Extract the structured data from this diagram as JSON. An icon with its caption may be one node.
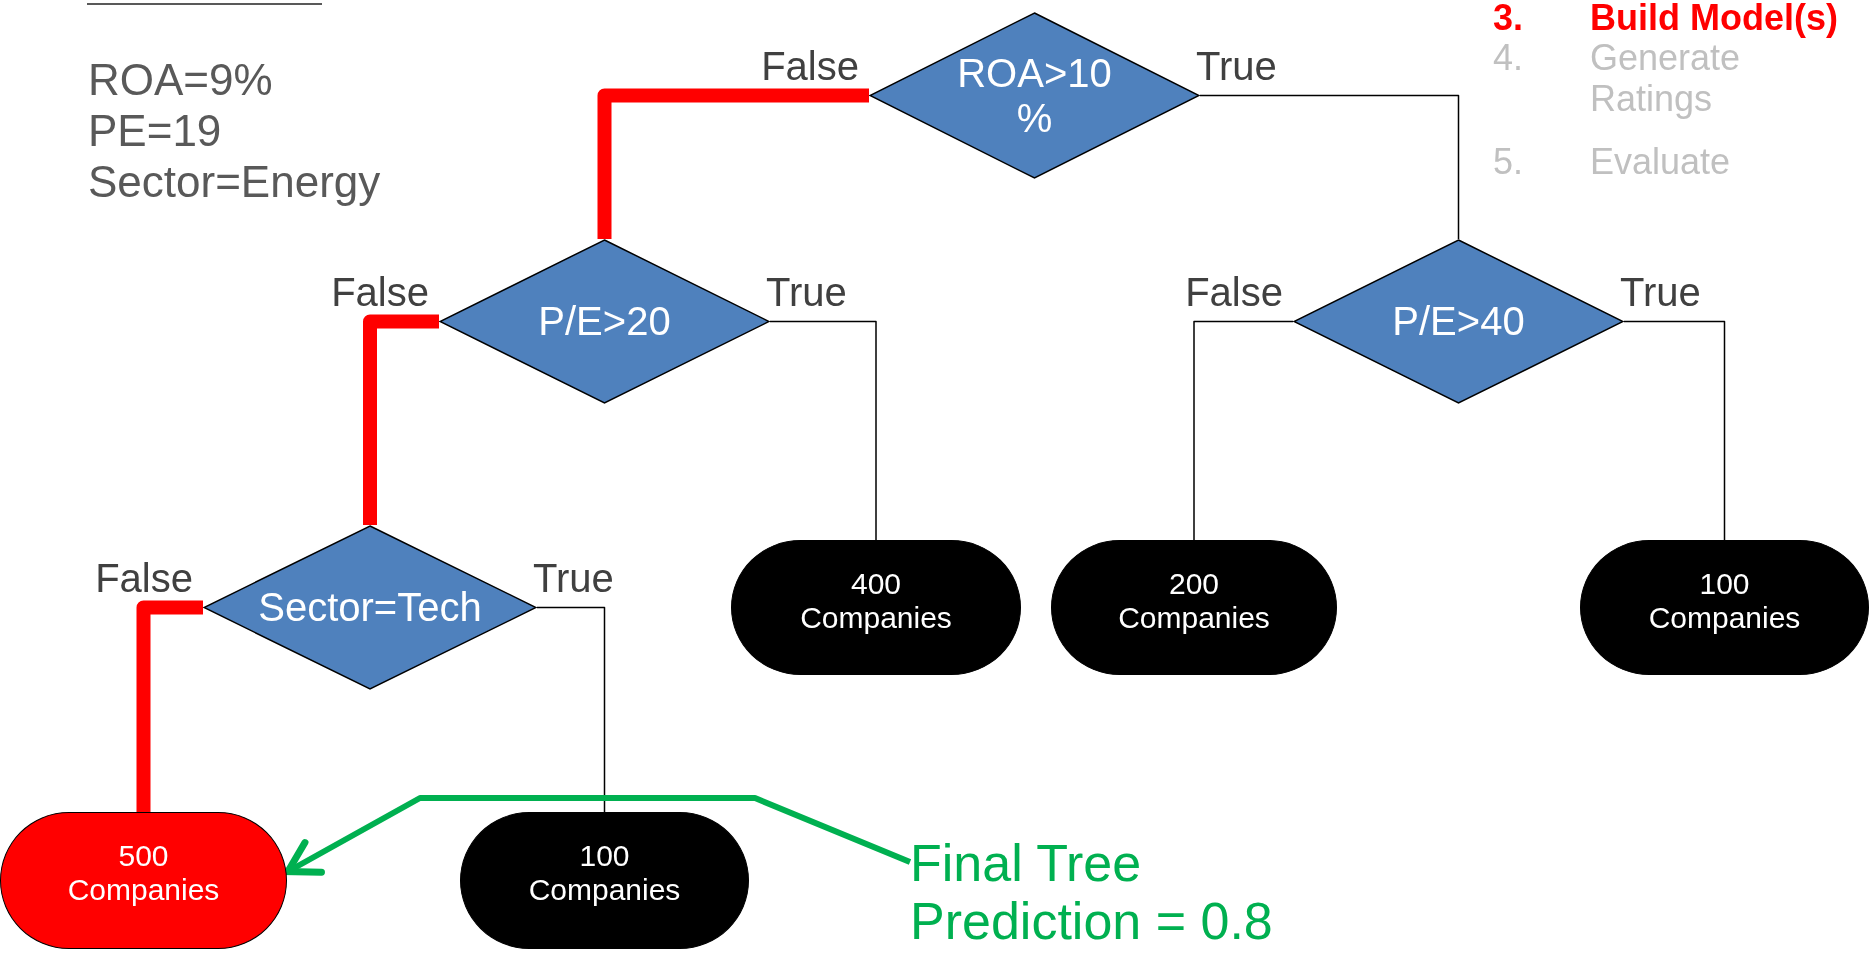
{
  "diagram": {
    "nodes": [
      {
        "text": [
          "ROA>10%"
        ]
      },
      {
        "text": [
          "P/E>20"
        ]
      },
      {
        "text": [
          "P/E>40"
        ]
      },
      {
        "text": [
          "Sector=Tech"
        ]
      },
      {
        "text": [
          "400 Companies"
        ]
      },
      {
        "text": [
          "200 Companies"
        ]
      },
      {
        "text": [
          "100 Companies"
        ]
      },
      {
        "text": [
          "500 Companies"
        ]
      },
      {
        "text": [
          "100 Companies"
        ]
      },
      {
        "text": [
          "Final Tree Prediction = 0.8"
        ]
      }
    ],
    "edges": [
      {
        "from": 0,
        "to": 1,
        "arrow": "none",
        "label": "False",
        "style": "thick",
        "color": "#ff0000"
      },
      {
        "from": 0,
        "to": 2,
        "arrow": "none",
        "label": "True"
      },
      {
        "from": 1,
        "to": 3,
        "arrow": "none",
        "label": "False",
        "style": "thick",
        "color": "#ff0000"
      },
      {
        "from": 1,
        "to": 4,
        "arrow": "none",
        "label": "True"
      },
      {
        "from": 2,
        "to": 5,
        "arrow": "none",
        "label": "False"
      },
      {
        "from": 2,
        "to": 6,
        "arrow": "none",
        "label": "True"
      },
      {
        "from": 3,
        "to": 7,
        "arrow": "none",
        "label": "False",
        "style": "thick",
        "color": "#ff0000"
      },
      {
        "from": 3,
        "to": 8,
        "arrow": "none",
        "label": "True"
      },
      {
        "from": 9,
        "to": 7,
        "arrow": "to",
        "style": "thick",
        "color": "#00b050"
      }
    ],
    "labels": [
      "ROA=9%",
      "PE=19",
      "Sector=Energy",
      "3.",
      "Build Model(s)",
      "4.",
      "Generate Ratings",
      "5.",
      "Evaluate"
    ]
  }
}
